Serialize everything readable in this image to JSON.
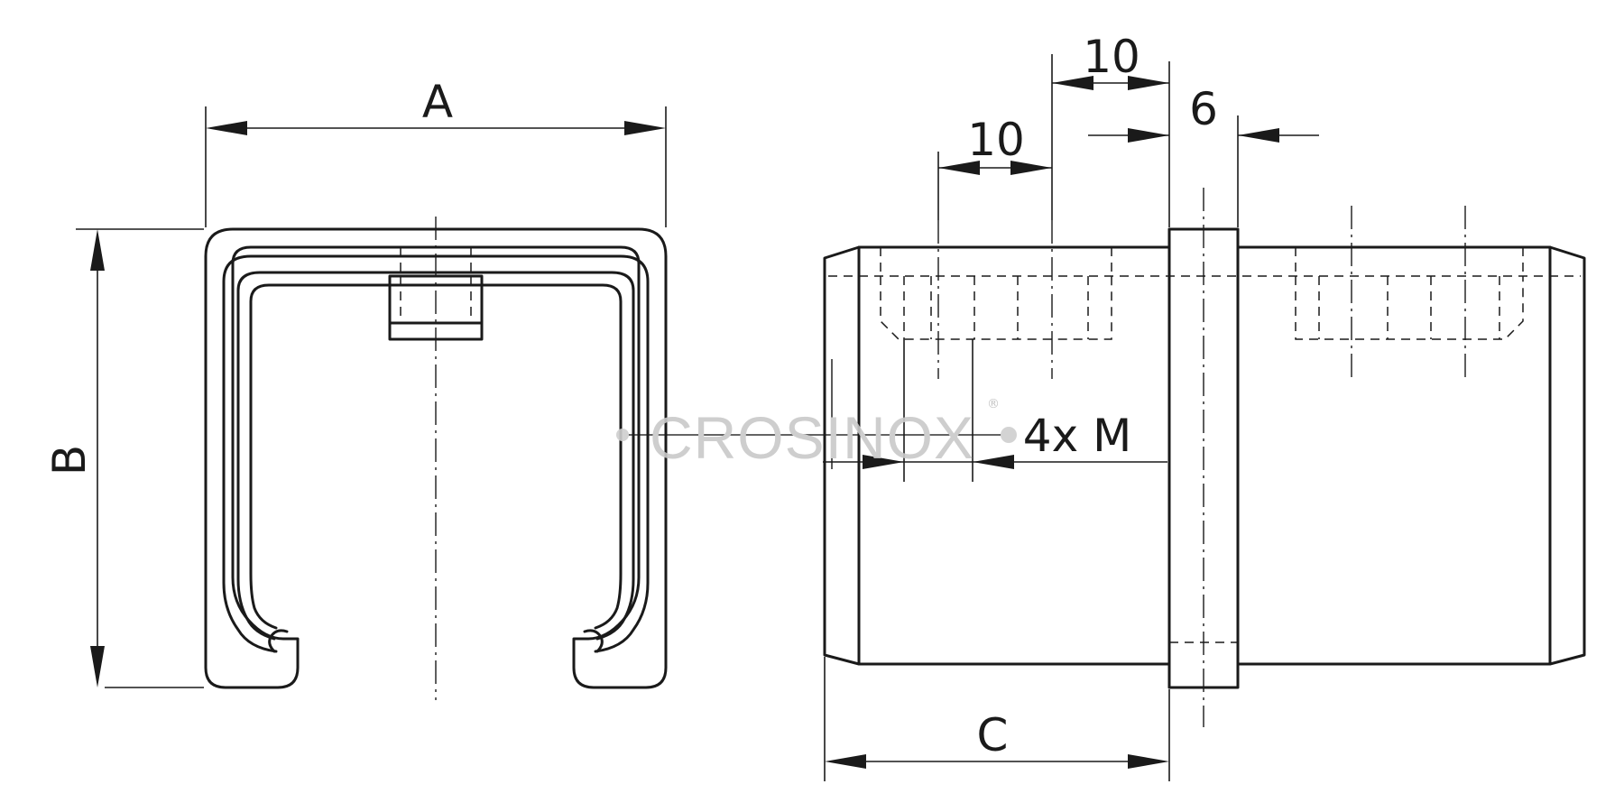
{
  "dimensions": {
    "width": "A",
    "height": "B",
    "length": "C",
    "hole_spacing_1": "10",
    "hole_spacing_2": "10",
    "collar_width": "6",
    "threads": "4x M"
  },
  "watermark": {
    "text": "CROSINOX",
    "registered_mark": "®"
  }
}
